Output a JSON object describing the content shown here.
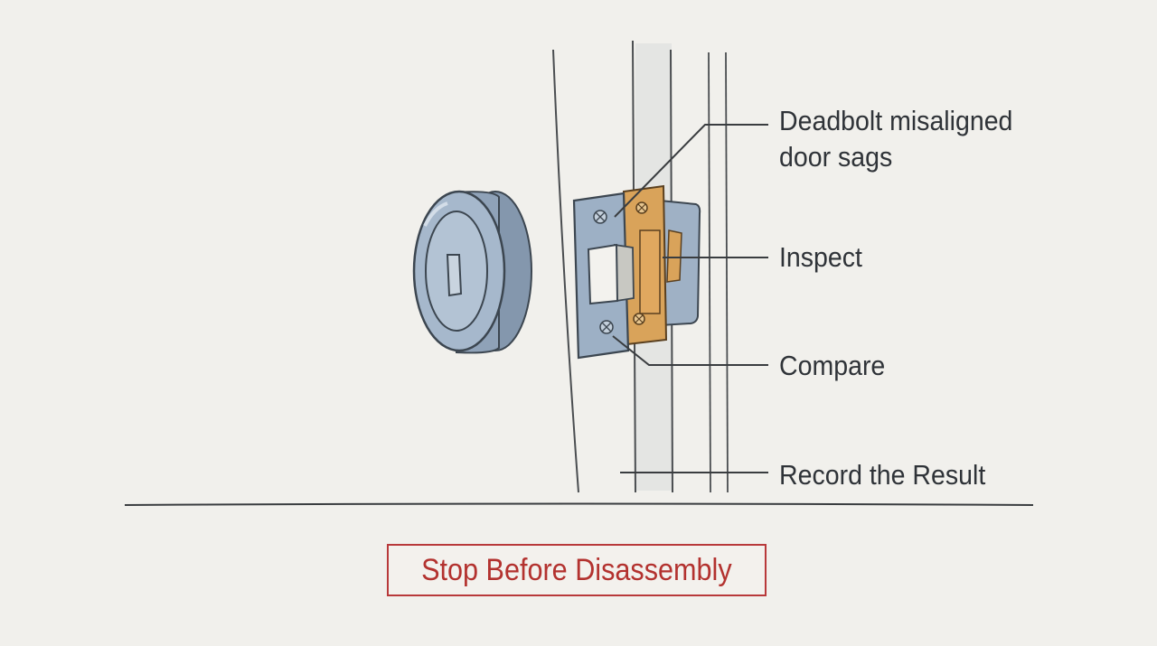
{
  "labels": {
    "deadbolt_line1": "Deadbolt misaligned",
    "deadbolt_line2": "door sags",
    "inspect": "Inspect",
    "compare": "Compare",
    "record": "Record the Result"
  },
  "warning": {
    "text": "Stop Before Disassembly"
  },
  "colors": {
    "background": "#f1f0ec",
    "ink": "#2f3338",
    "deadbolt_blue": "#9aaec4",
    "strike_brass": "#d9a35a",
    "warning_red": "#b3322f"
  },
  "icons": [
    "deadbolt-knob-illustration",
    "latch-plate-illustration",
    "strike-plate-illustration",
    "screw-icon"
  ]
}
